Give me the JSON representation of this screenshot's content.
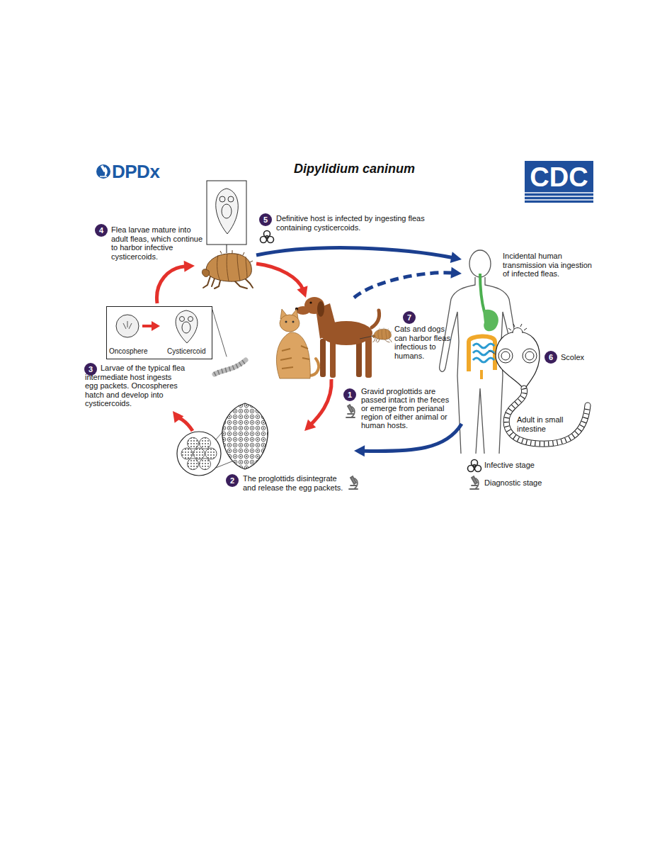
{
  "diagram": {
    "title": "Dipylidium caninum",
    "nodes": [
      {
        "text": [
          "4",
          "Flea larvae mature into adult fleas, which continue to harbor infective cysticercoids."
        ]
      },
      {
        "text": [
          "5",
          "Definitive host is infected by ingesting fleas containing cysticercoids."
        ]
      },
      {
        "text": [
          "Incidental human transmission via ingestion of infected fleas."
        ]
      },
      {
        "text": [
          "3",
          "Larvae of the typical flea intermediate host ingests egg packets. Oncospheres hatch and develop into cysticercoids."
        ]
      },
      {
        "text": [
          "Oncosphere",
          "Cysticercoid"
        ],
        "in": 3
      },
      {
        "text": [
          "7",
          "Cats and dogs can harbor fleas infectious to humans."
        ]
      },
      {
        "text": [
          "1",
          "Gravid proglottids are passed intact in the feces or emerge from perianal region of either animal or human hosts."
        ]
      },
      {
        "text": [
          "2",
          "The proglottids disintegrate and release the egg packets."
        ]
      }
    ],
    "edges": [
      {
        "from": 0,
        "to": 5,
        "arrow": "to"
      },
      {
        "from": 0,
        "to": 2,
        "arrow": "to"
      },
      {
        "from": 5,
        "to": 2,
        "arrow": "to"
      },
      {
        "from": 5,
        "to": 7,
        "arrow": "to"
      },
      {
        "from": 2,
        "to": 7,
        "arrow": "to"
      },
      {
        "from": 7,
        "to": 3,
        "arrow": "to"
      },
      {
        "from": 3,
        "to": 0,
        "arrow": "to"
      }
    ],
    "labels": [
      "DPDx",
      "CDC",
      "6",
      "Scolex",
      "Adult in small intestine"
    ],
    "legend": [
      {
        "text": "Infective stage"
      },
      {
        "text": "Diagnostic stage"
      }
    ]
  }
}
